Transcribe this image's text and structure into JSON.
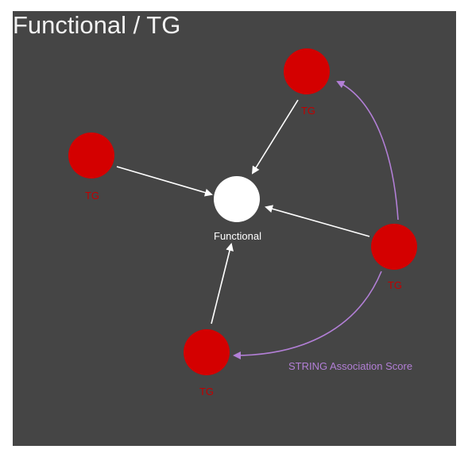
{
  "title": "Functional / TG",
  "colors": {
    "background": "#454545",
    "tg_node": "#d40000",
    "functional_node": "#ffffff",
    "tg_label": "#c00000",
    "functional_label": "#ffffff",
    "arrow": "#ffffff",
    "association_arrow": "#b27fd6",
    "association_label": "#b27fd6"
  },
  "center": {
    "label": "Functional"
  },
  "nodes": [
    {
      "id": "tg-top",
      "label": "TG"
    },
    {
      "id": "tg-left",
      "label": "TG"
    },
    {
      "id": "tg-right",
      "label": "TG"
    },
    {
      "id": "tg-bottom",
      "label": "TG"
    }
  ],
  "edges": [
    {
      "from": "tg-top",
      "to": "functional"
    },
    {
      "from": "tg-left",
      "to": "functional"
    },
    {
      "from": "tg-right",
      "to": "functional"
    },
    {
      "from": "tg-bottom",
      "to": "functional"
    }
  ],
  "association_edges": [
    {
      "from": "tg-right",
      "to": "tg-top"
    },
    {
      "from": "tg-right",
      "to": "tg-bottom"
    }
  ],
  "association_label": "STRING Association Score"
}
